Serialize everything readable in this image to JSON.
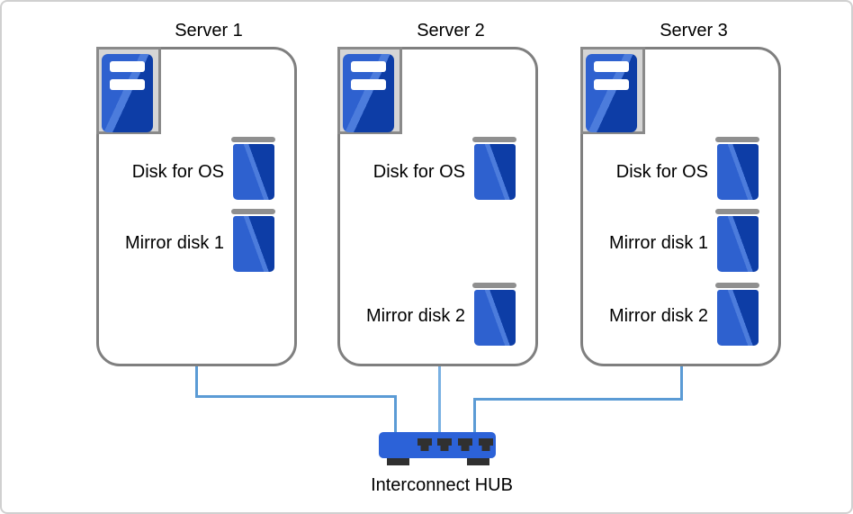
{
  "diagram": {
    "servers": [
      {
        "title": "Server 1",
        "disks": [
          {
            "label": "Disk for OS"
          },
          {
            "label": "Mirror disk 1"
          }
        ]
      },
      {
        "title": "Server 2",
        "disks": [
          {
            "label": "Disk for OS"
          },
          {
            "label": "Mirror disk 2"
          }
        ]
      },
      {
        "title": "Server 3",
        "disks": [
          {
            "label": "Disk for OS"
          },
          {
            "label": "Mirror disk 1"
          },
          {
            "label": "Mirror disk 2"
          }
        ]
      }
    ],
    "hub": {
      "label": "Interconnect HUB"
    }
  },
  "colors": {
    "canvas_border": "#d0d0d0",
    "box_border": "#7f7f7f",
    "icon_bg": "#d5d5d5",
    "icon_border": "#8a8a8a",
    "blue_light": "#2e61cf",
    "blue_streak": "#4c7cdc",
    "blue_dark": "#0d3da6",
    "disk_cap": "#8f8f8f",
    "connector": "#5b9bd5",
    "connector_light": "#79b0e2",
    "hub_blue": "#2c62d8",
    "hub_dark": "#303030",
    "text": "#000000"
  }
}
